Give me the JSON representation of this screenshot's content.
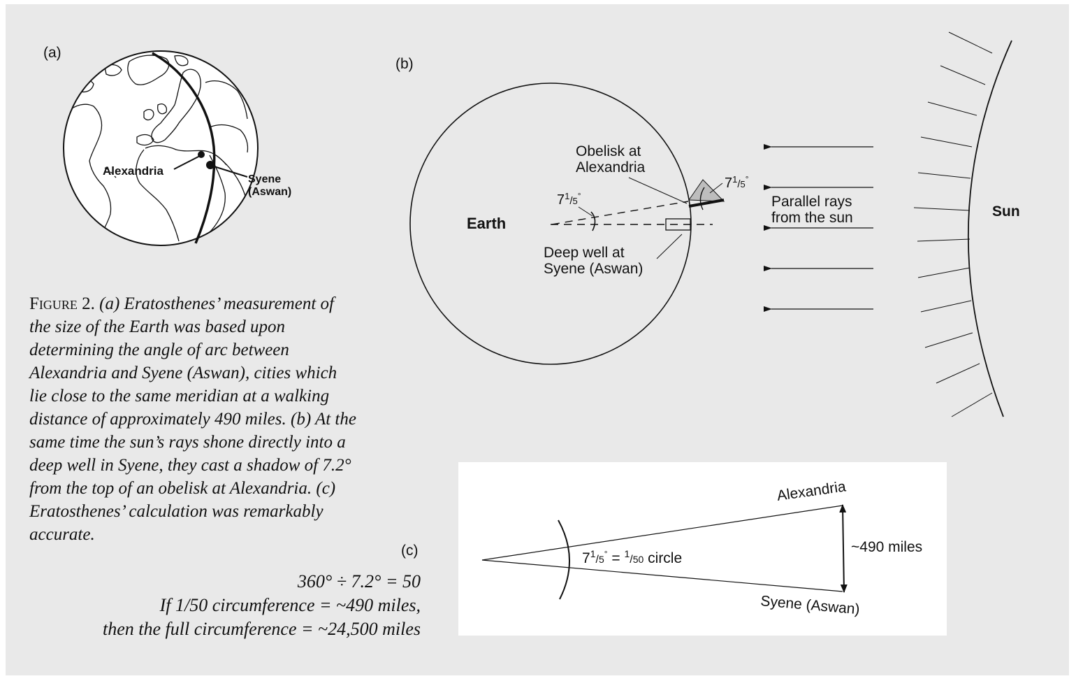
{
  "panel_a": {
    "label": "(a)",
    "city_1": "Alexandria",
    "city_2_line1": "Syene",
    "city_2_line2": "(Aswan)"
  },
  "panel_b": {
    "label": "(b)",
    "earth": "Earth",
    "sun": "Sun",
    "obelisk_line1": "Obelisk at",
    "obelisk_line2": "Alexandria",
    "well_line1": "Deep well at",
    "well_line2": "Syene (Aswan)",
    "rays_line1": "Parallel rays",
    "rays_line2": "from the sun",
    "angle_whole": "7",
    "angle_num": "1",
    "angle_den": "5",
    "angle_deg": "°"
  },
  "panel_c": {
    "label": "(c)",
    "top_city": "Alexandria",
    "bottom_city": "Syene (Aswan)",
    "distance": "~490 miles",
    "angle_whole": "7",
    "angle_num": "1",
    "angle_den": "5",
    "angle_deg": "°",
    "equals": " = ",
    "frac_num": "1",
    "frac_den": "50",
    "circle_word": " circle"
  },
  "caption": {
    "figure": "Figure 2.",
    "text": " (a) Eratosthenes’ measurement of the size of the Earth was based upon determining the angle of arc between Alexandria and Syene (Aswan), cities which lie close to the same meridian at a walking distance of approximately 490 miles. (b) At the same time the sun’s rays shone directly into a deep well in Syene, they cast a shadow of 7.2° from the top of an obelisk at Alexandria. (c) Eratosthenes’ calculation was remarkably accurate."
  },
  "calculation": {
    "line1": "360° ÷ 7.2° = 50",
    "line2": "If 1/50 circumference = ~490 miles,",
    "line3": "then the full circumference = ~24,500 miles"
  }
}
